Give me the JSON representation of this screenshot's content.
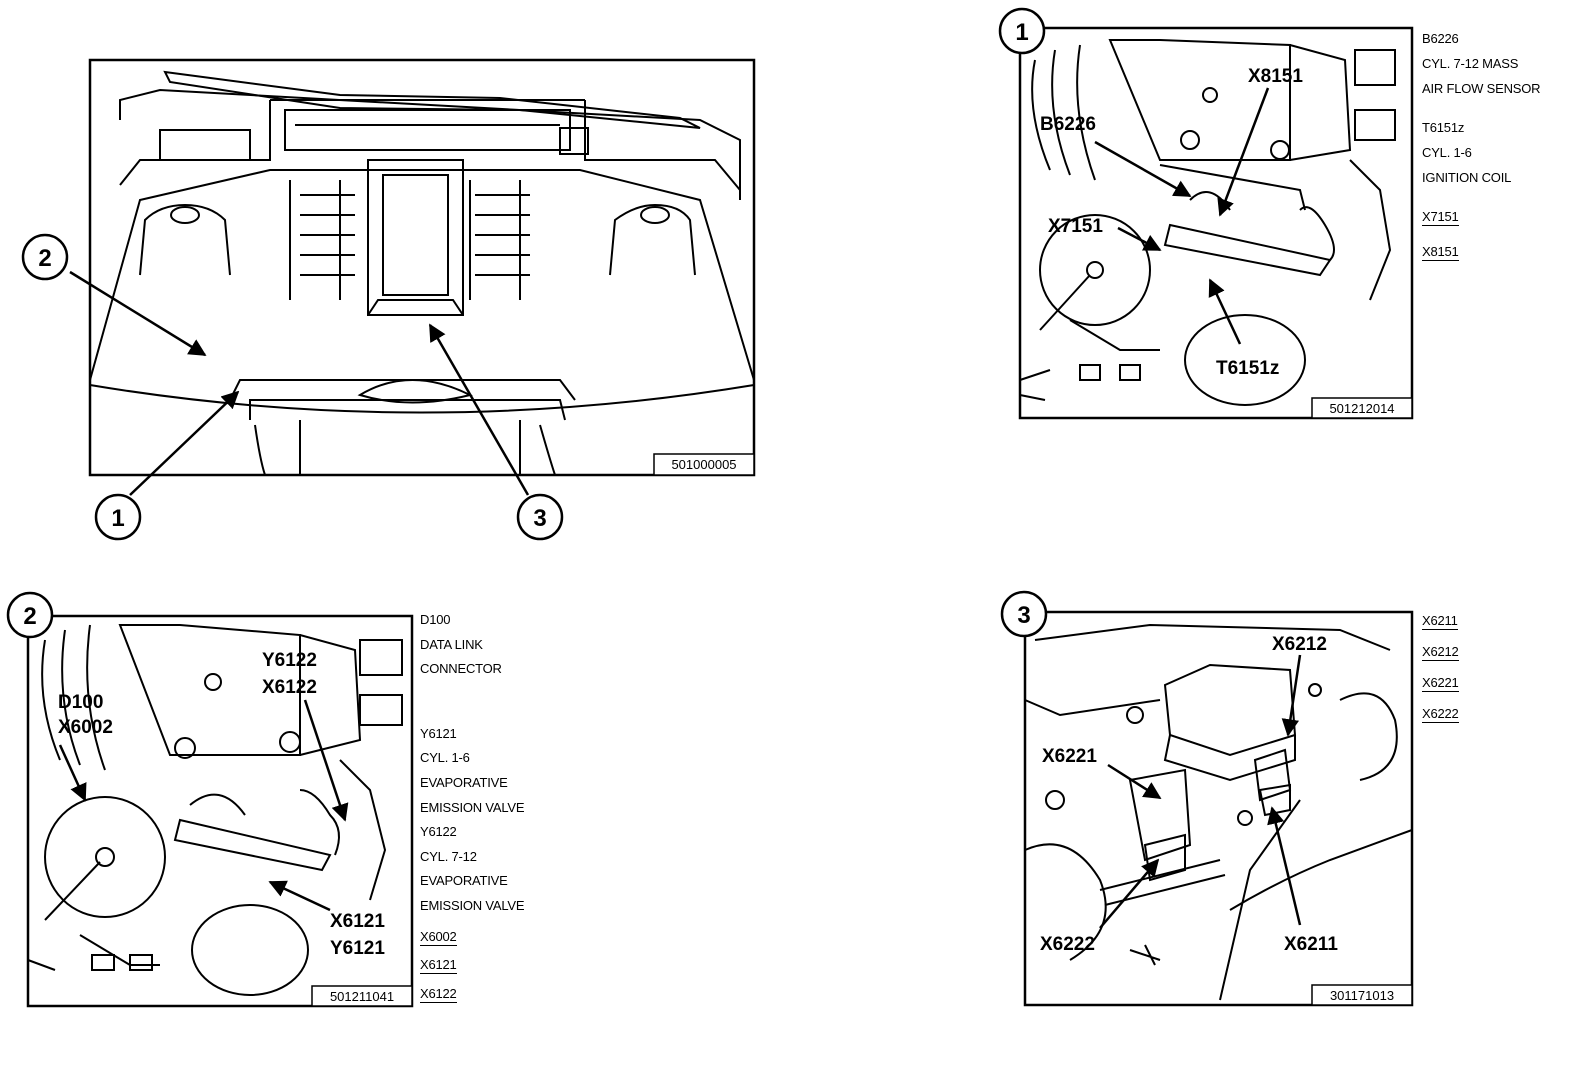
{
  "panels": {
    "overview": {
      "ref_no": "501000005",
      "markers": [
        "1",
        "2",
        "3"
      ]
    },
    "view1": {
      "marker": "1",
      "ref_no": "501212014",
      "callouts": [
        "X8151",
        "B6226",
        "X7151",
        "T6151z"
      ],
      "legend": {
        "b6226": [
          "B6226",
          "CYL. 7-12 MASS",
          "AIR FLOW SENSOR"
        ],
        "t6151z": [
          "T6151z",
          "CYL. 1-6",
          "IGNITION COIL"
        ],
        "connectors": [
          "X7151",
          "X8151"
        ]
      }
    },
    "view2": {
      "marker": "2",
      "ref_no": "501211041",
      "callouts": [
        "Y6122",
        "X6122",
        "D100",
        "X6002",
        "X6121",
        "Y6121"
      ],
      "legend": {
        "d100": [
          "D100",
          "DATA LINK",
          "CONNECTOR"
        ],
        "y6121": [
          "Y6121",
          "CYL. 1-6",
          "EVAPORATIVE",
          "EMISSION VALVE"
        ],
        "y6122": [
          "Y6122",
          "CYL. 7-12",
          "EVAPORATIVE",
          "EMISSION VALVE"
        ],
        "connectors": [
          "X6002",
          "X6121",
          "X6122"
        ]
      }
    },
    "view3": {
      "marker": "3",
      "ref_no": "301171013",
      "callouts": [
        "X6212",
        "X6221",
        "X6222",
        "X6211"
      ],
      "legend": {
        "connectors": [
          "X6211",
          "X6212",
          "X6221",
          "X6222"
        ]
      }
    }
  }
}
